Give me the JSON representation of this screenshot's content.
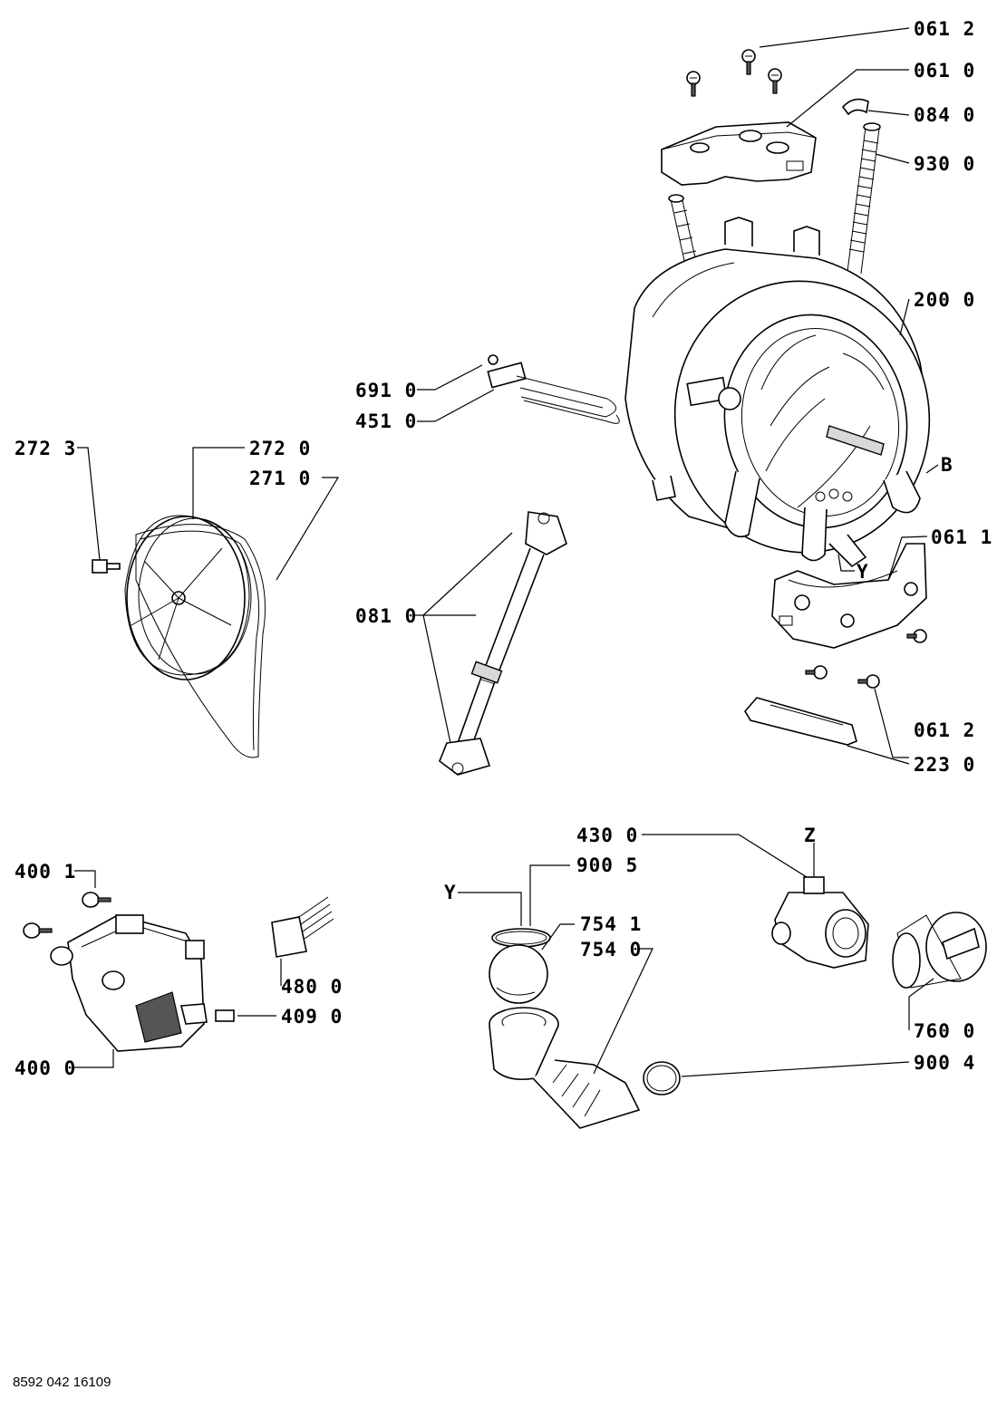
{
  "diagram": {
    "labels": {
      "l_0612_top": "061 2",
      "l_0610": "061 0",
      "l_0840": "084 0",
      "l_9300": "930 0",
      "l_2000": "200 0",
      "l_B": "B",
      "l_0611": "061 1",
      "l_Y_tub": "Y",
      "l_6910": "691 0",
      "l_4510": "451 0",
      "l_2723": "272 3",
      "l_2720": "272 0",
      "l_2710": "271 0",
      "l_0810": "081 0",
      "l_0612_bot": "061 2",
      "l_2230": "223 0",
      "l_4001": "400 1",
      "l_4800": "480 0",
      "l_4090": "409 0",
      "l_4000": "400 0",
      "l_4300": "430 0",
      "l_Z": "Z",
      "l_Y_pump": "Y",
      "l_9005": "900 5",
      "l_7541": "754 1",
      "l_7540": "754 0",
      "l_7600": "760 0",
      "l_9004": "900 4"
    },
    "reference": "8592 042 16109"
  }
}
